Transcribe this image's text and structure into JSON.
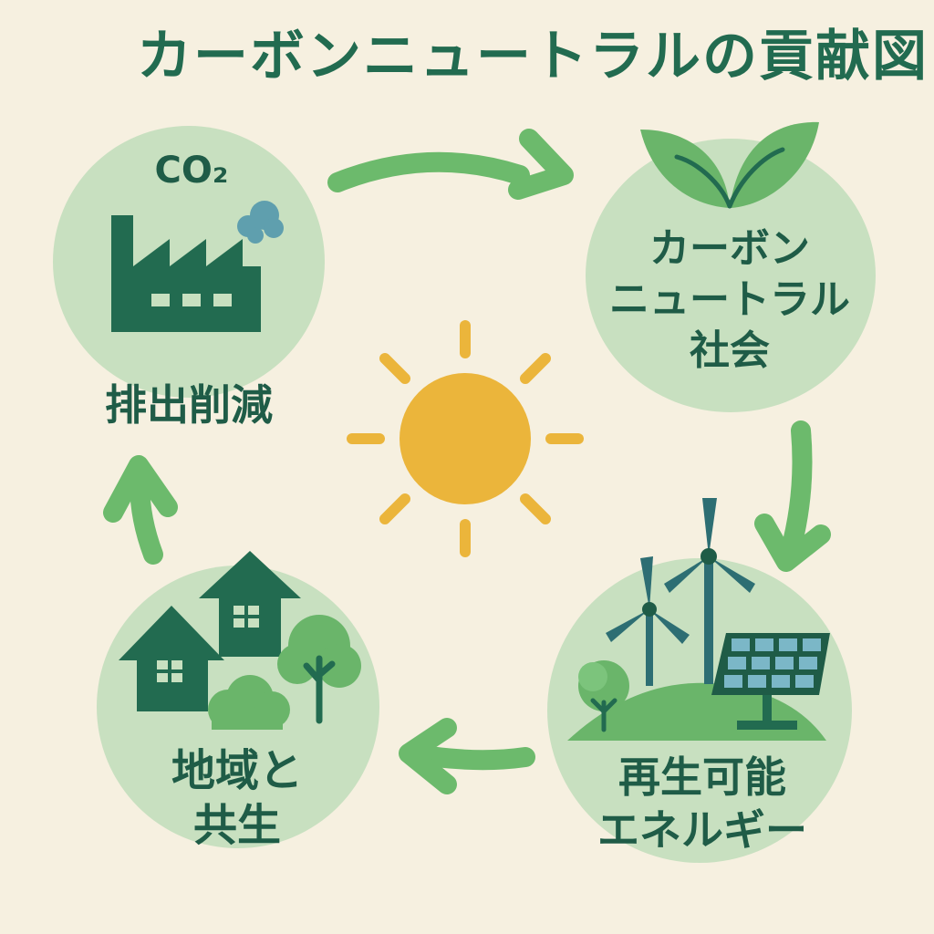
{
  "title": "カーボンニュートラルの貢献図",
  "nodes": {
    "emission": {
      "co2": "CO₂",
      "label": "排出削減"
    },
    "society": {
      "line1": "カーボン",
      "line2": "ニュートラル",
      "line3": "社会"
    },
    "renewable": {
      "line1": "再生可能",
      "line2": "エネルギー"
    },
    "community": {
      "line1": "地域と",
      "line2": "共生"
    }
  },
  "icons": [
    "factory-icon",
    "smoke-icon",
    "leaf-icon",
    "wind-turbine-icon",
    "solar-panel-icon",
    "tree-icon",
    "house-icon",
    "bush-icon",
    "sun-icon",
    "arrow-icon"
  ],
  "colors": {
    "background": "#f6f0e0",
    "circle": "#c8e0c0",
    "dark_green": "#226b50",
    "arrow_green": "#6cba6c",
    "leaf_green": "#6ab56a",
    "sun": "#ebb53b",
    "smoke": "#5f9fae",
    "turbine": "#2d6e73",
    "solar": "#7bb7c7"
  }
}
